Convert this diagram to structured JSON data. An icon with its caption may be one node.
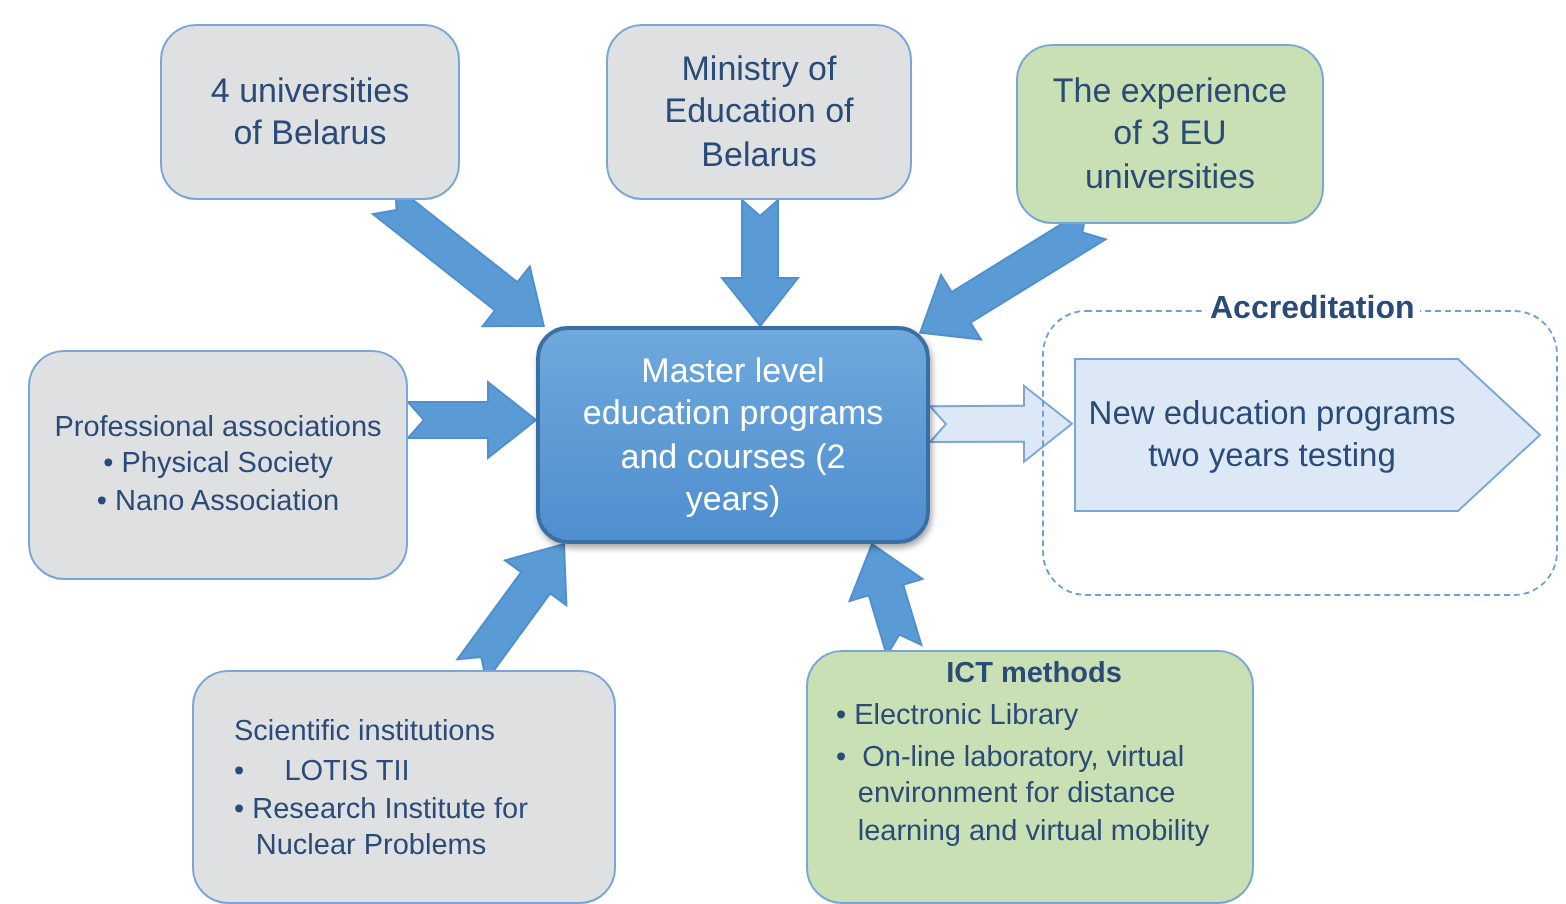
{
  "diagram": {
    "nodes": [
      {
        "text": [
          "4 universities of Belarus"
        ]
      },
      {
        "text": [
          "Ministry of Education of Belarus"
        ]
      },
      {
        "text": [
          "The experience of 3 EU universities"
        ]
      },
      {
        "text": [
          "Professional associations",
          "• Physical Society",
          "• Nano Association"
        ]
      },
      {
        "text": [
          "Master level education programs and courses (2 years)"
        ]
      },
      {
        "text": [
          "Accreditation"
        ]
      },
      {
        "text": [
          "New education programs two years testing"
        ],
        "in": 5
      },
      {
        "text": [
          "Scientific institutions",
          "•     LOTIS TII",
          "• Research Institute for Nuclear Problems"
        ]
      },
      {
        "text": [
          "ICT methods",
          "• Electronic Library",
          "•  On-line laboratory, virtual environment for distance learning and virtual mobility"
        ]
      }
    ],
    "edges": [
      {
        "from": 0,
        "to": 4,
        "arrow": "to"
      },
      {
        "from": 1,
        "to": 4,
        "arrow": "to"
      },
      {
        "from": 2,
        "to": 4,
        "arrow": "to"
      },
      {
        "from": 3,
        "to": 4,
        "arrow": "to"
      },
      {
        "from": 7,
        "to": 4,
        "arrow": "to"
      },
      {
        "from": 8,
        "to": 4,
        "arrow": "to"
      },
      {
        "from": 4,
        "to": 6,
        "arrow": "to",
        "color": "#dce8f6"
      }
    ]
  }
}
